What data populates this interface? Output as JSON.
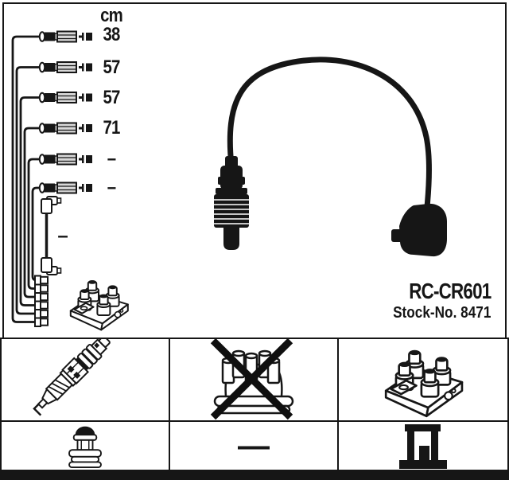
{
  "colors": {
    "line": "#161616",
    "background": "#ffffff",
    "cylinder_fill": "#d7d7d7"
  },
  "header": {
    "unit": "cm"
  },
  "cables": [
    {
      "label": "38"
    },
    {
      "label": "57"
    },
    {
      "label": "57"
    },
    {
      "label": "71"
    },
    {
      "label": "–"
    },
    {
      "label": "–"
    }
  ],
  "jumper": {
    "label": "–"
  },
  "product": {
    "part_number": "RC-CR601",
    "stock_number": "Stock-No. 8471"
  },
  "grid": {
    "cells": [
      {
        "icon": "spark-plug",
        "crossed": false
      },
      {
        "icon": "distributor-cap",
        "crossed": true
      },
      {
        "icon": "ignition-coil",
        "crossed": false
      },
      {
        "icon": "coil-connector",
        "crossed": false
      },
      {
        "icon": "dash",
        "label": "—",
        "crossed": false
      },
      {
        "icon": "terminal-bracket",
        "crossed": false
      }
    ]
  }
}
